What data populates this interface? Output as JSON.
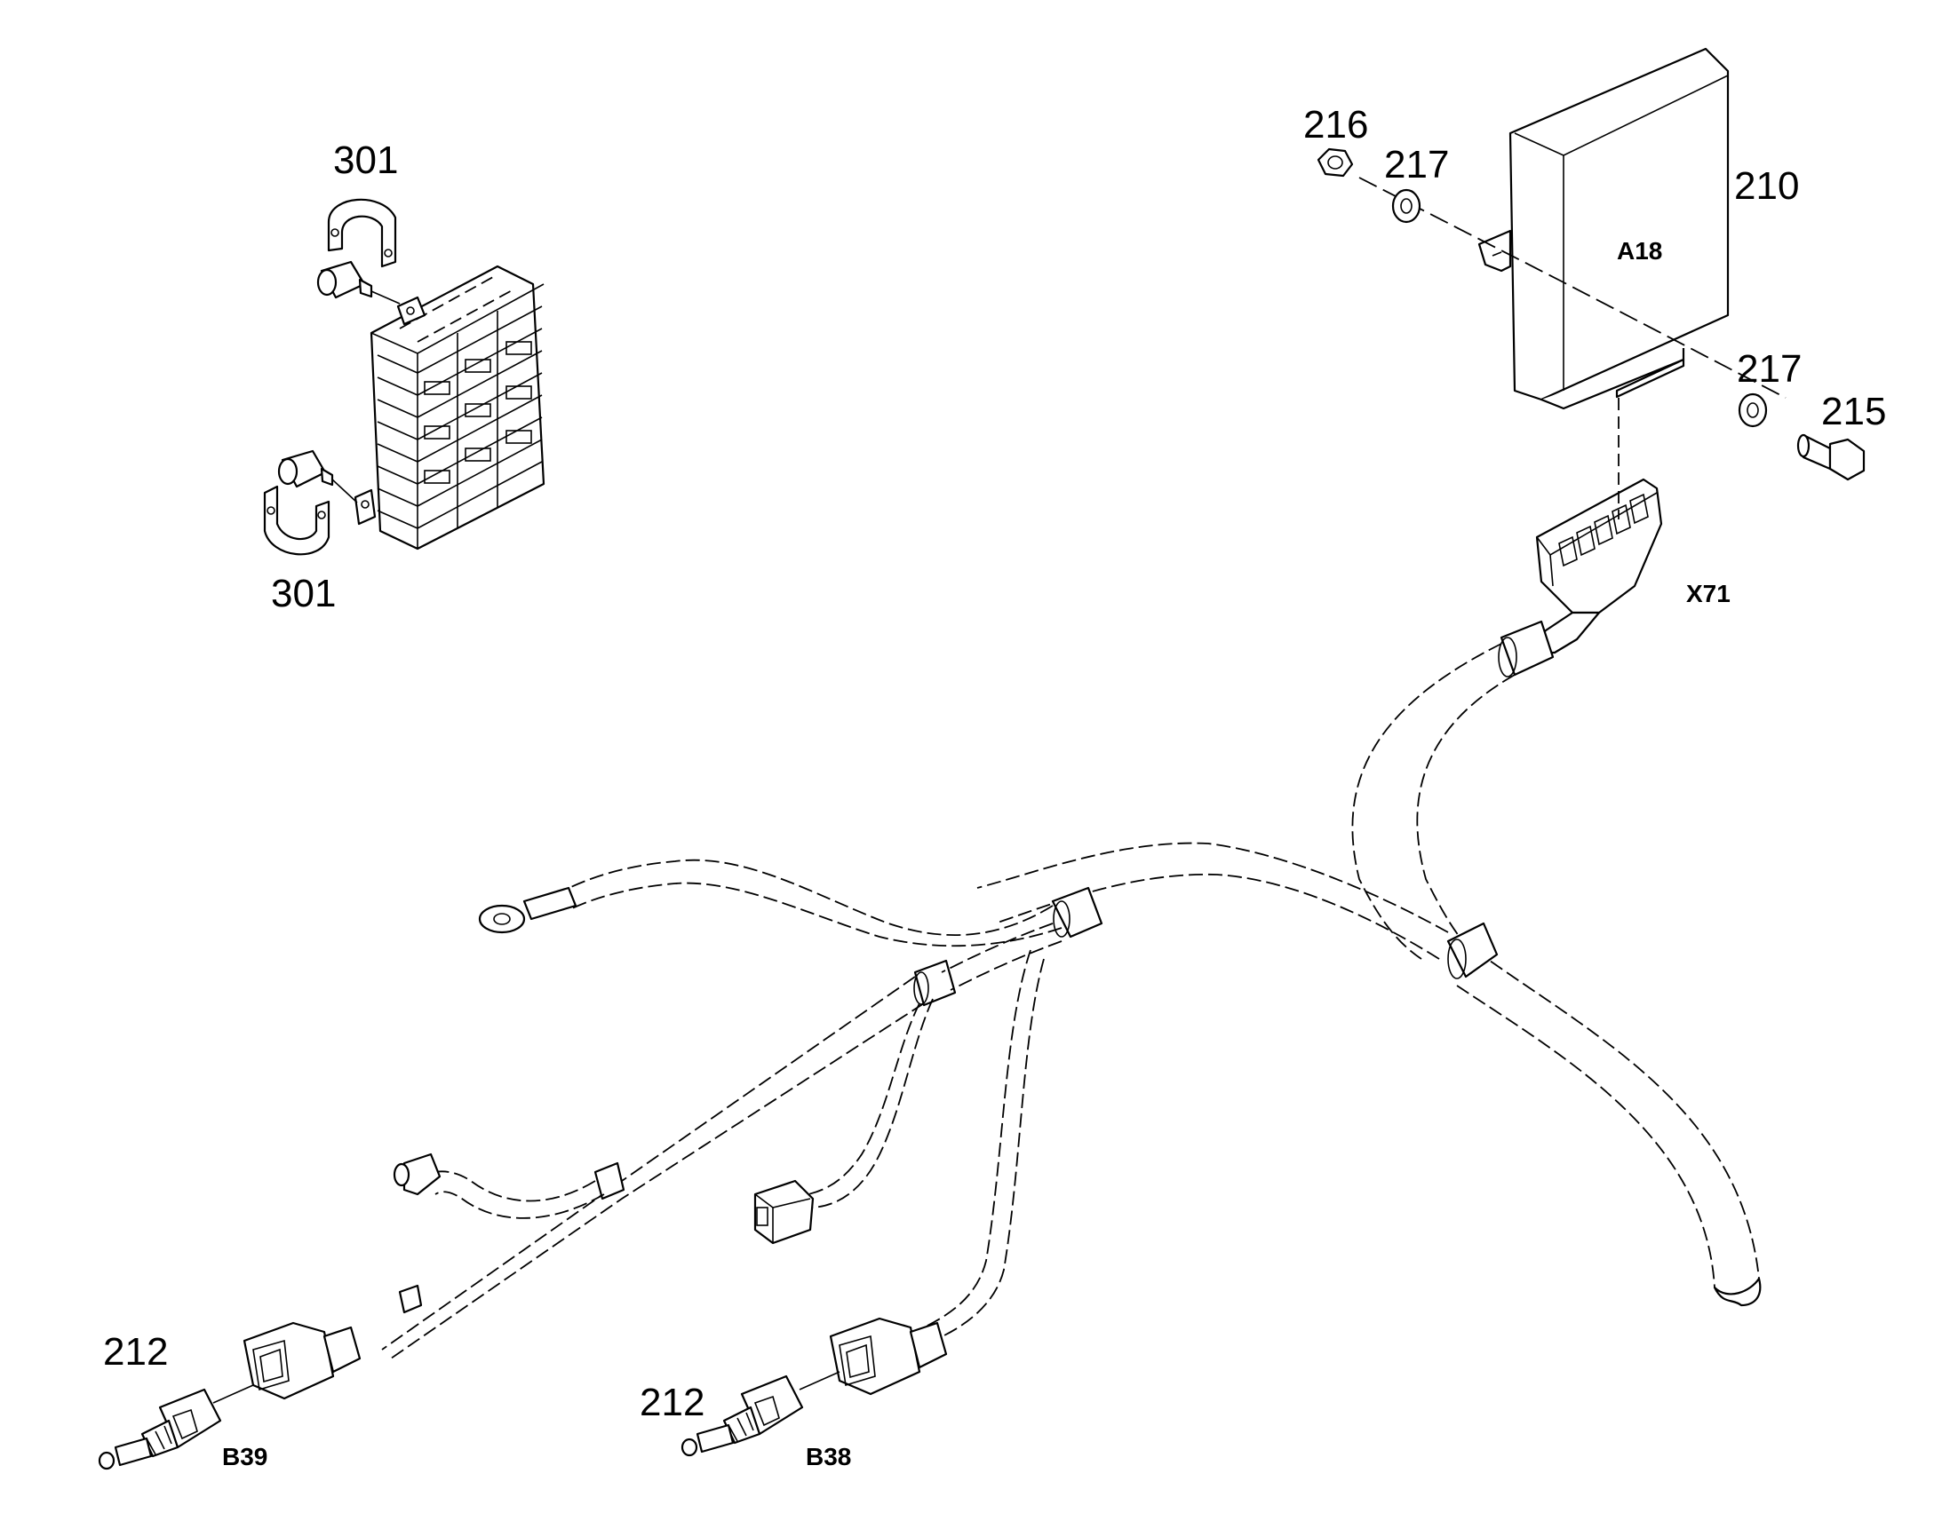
{
  "labels": {
    "p301_top": "301",
    "p301_bottom": "301",
    "p216": "216",
    "p217_top": "217",
    "p210": "210",
    "p217_right": "217",
    "p215": "215",
    "p212_left": "212",
    "p212_mid": "212",
    "A18": "A18",
    "X71": "X71",
    "B39": "B39",
    "B38": "B38"
  }
}
